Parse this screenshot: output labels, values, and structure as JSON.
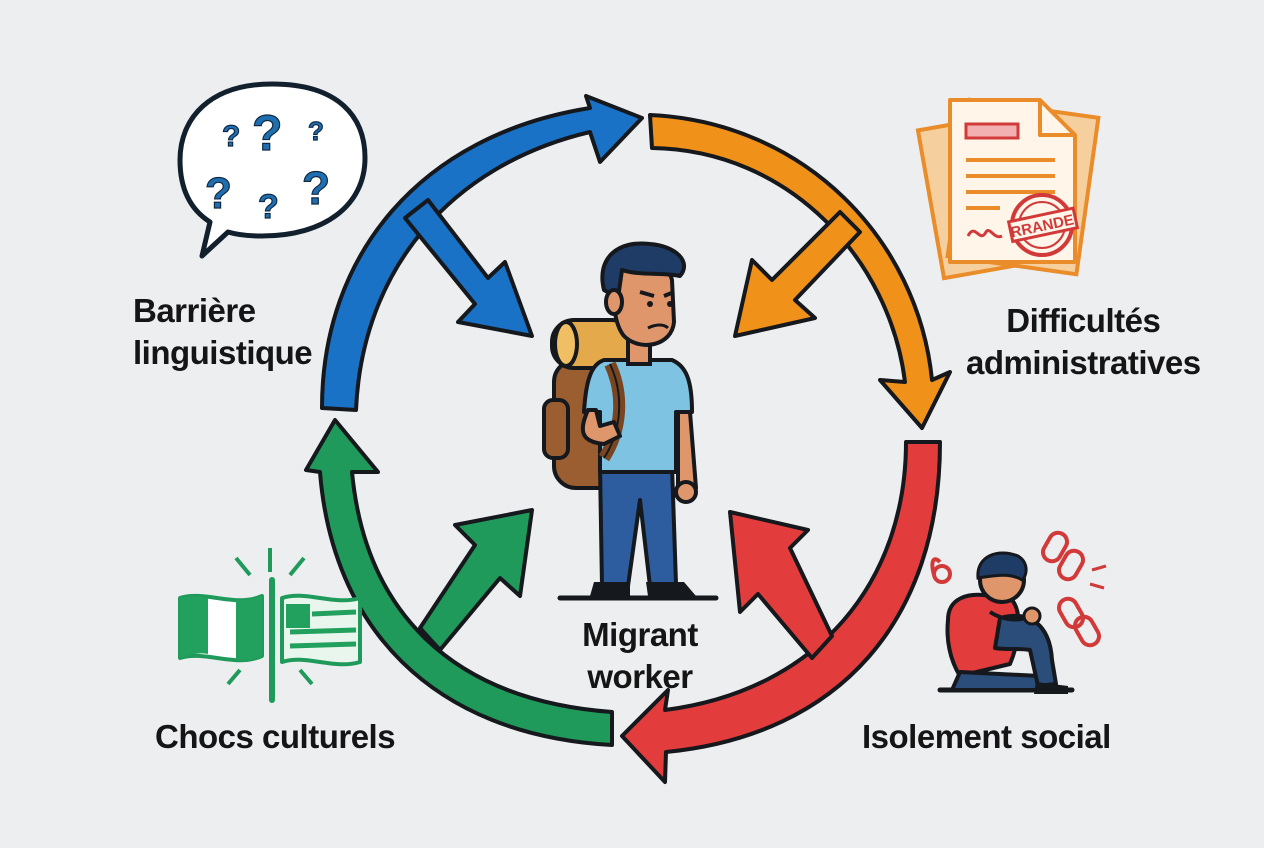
{
  "center": {
    "line1": "Migrant",
    "line2": "worker"
  },
  "challenges": {
    "language": {
      "line1": "Barrière",
      "line2": "linguistique"
    },
    "administrative": {
      "line1": "Difficultés",
      "line2": "administratives"
    },
    "cultural": {
      "line1": "Chocs culturels"
    },
    "isolation": {
      "line1": "Isolement social"
    }
  },
  "stamp_text": "RRANDE",
  "colors": {
    "background": "#eceef0",
    "language": "#1a72c7",
    "administrative": "#f0921a",
    "isolation": "#e23c3c",
    "cultural": "#1f9a5a",
    "outline": "#15181c"
  },
  "icons": [
    "question-speech-bubble-icon",
    "document-stamp-icon",
    "crossed-flags-icon",
    "sad-person-broken-chain-icon",
    "backpacker-person-icon"
  ]
}
